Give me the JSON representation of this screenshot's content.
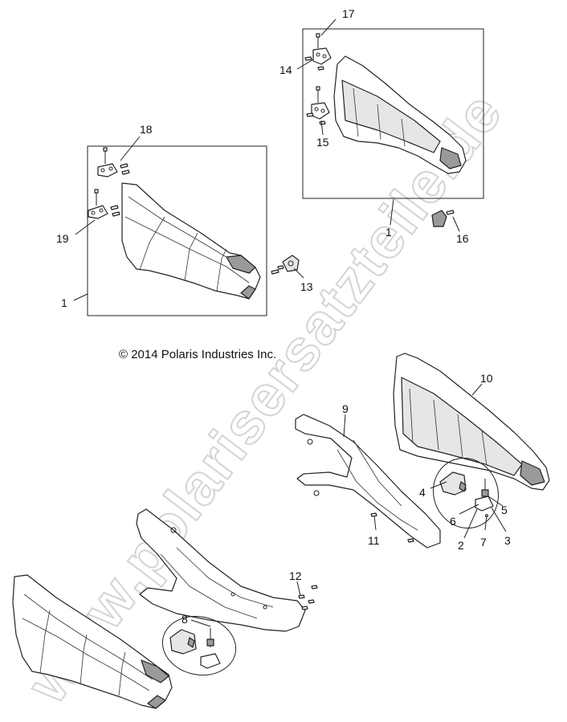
{
  "copyright": "© 2014 Polaris Industries Inc.",
  "watermark": "www.polarisersatzteile.de",
  "callouts": {
    "c1a": "1",
    "c1b": "1",
    "c2": "2",
    "c3": "3",
    "c4": "4",
    "c5": "5",
    "c6": "6",
    "c7": "7",
    "c8": "8",
    "c9": "9",
    "c10": "10",
    "c11": "11",
    "c12": "12",
    "c13": "13",
    "c14": "14",
    "c15": "15",
    "c16": "16",
    "c17": "17",
    "c18": "18",
    "c19": "19"
  },
  "colors": {
    "line": "#222222",
    "watermark": "#d4d4d4",
    "shade": "#9a9a9a"
  }
}
